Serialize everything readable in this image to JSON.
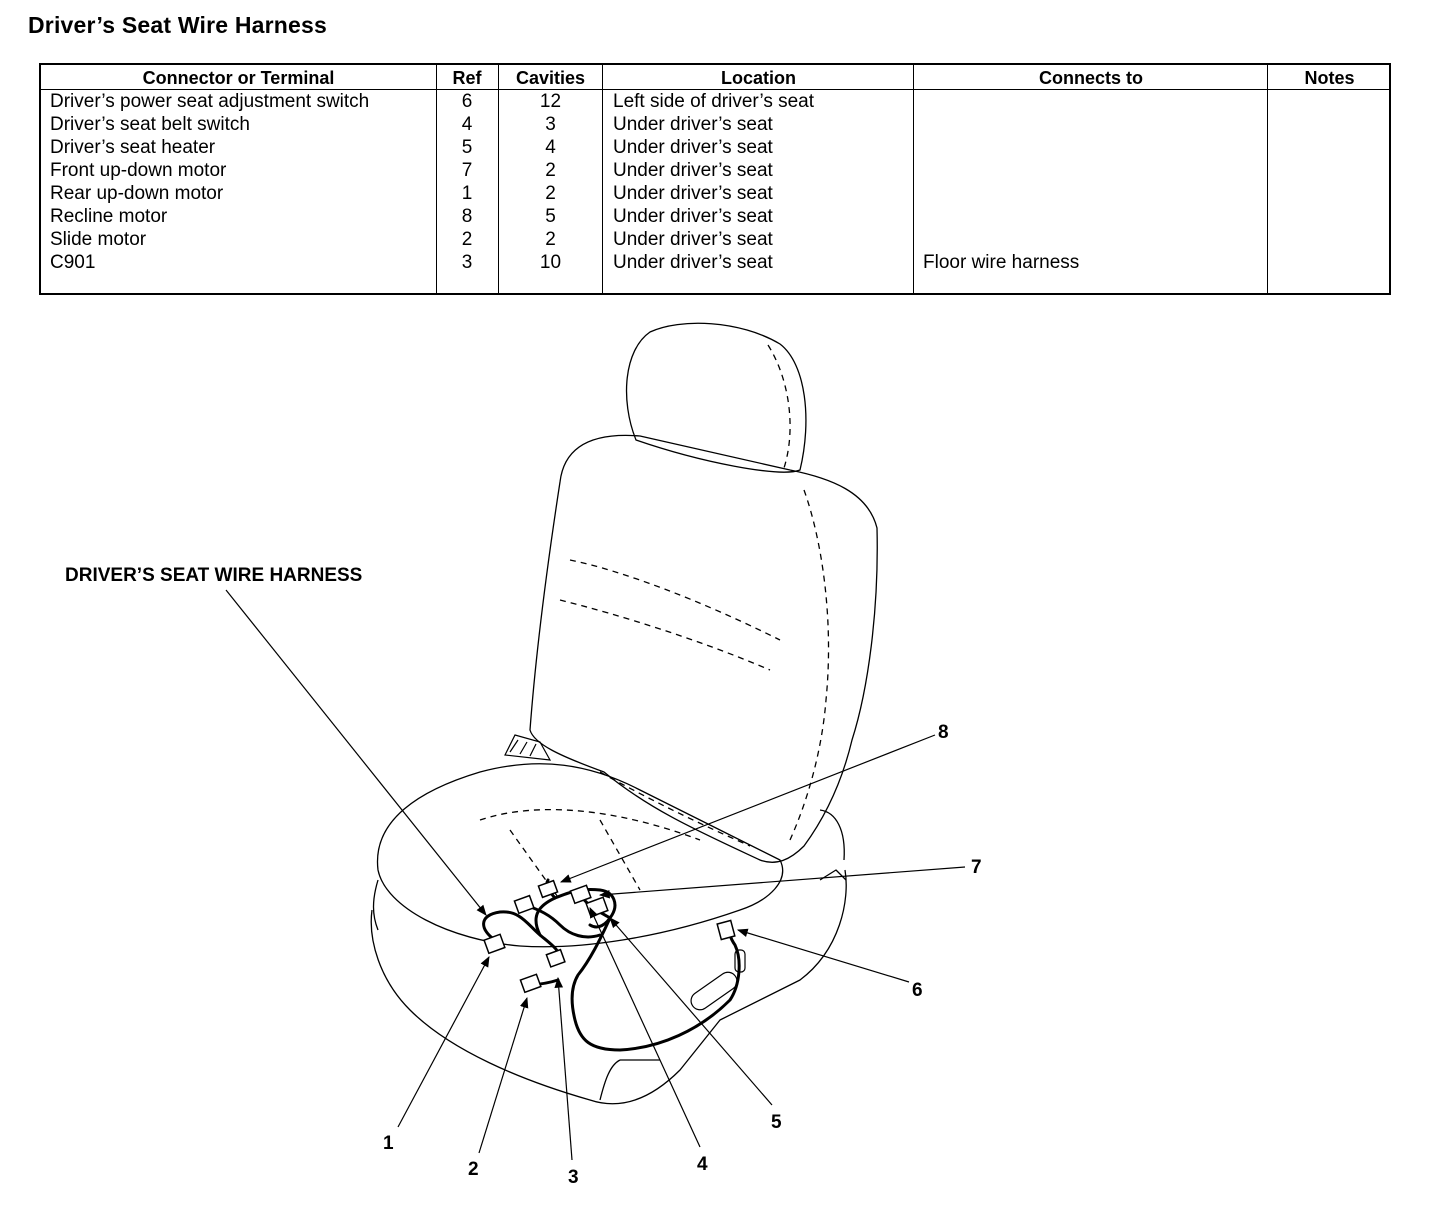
{
  "title": "Driver’s Seat Wire Harness",
  "table": {
    "headers": [
      "Connector or Terminal",
      "Ref",
      "Cavities",
      "Location",
      "Connects to",
      "Notes"
    ],
    "rows": [
      {
        "connector": "Driver’s power seat adjustment switch",
        "ref": "6",
        "cavities": "12",
        "location": "Left side of driver’s seat",
        "connects_to": "",
        "notes": ""
      },
      {
        "connector": "Driver’s seat belt switch",
        "ref": "4",
        "cavities": "3",
        "location": "Under driver’s seat",
        "connects_to": "",
        "notes": ""
      },
      {
        "connector": "Driver’s seat heater",
        "ref": "5",
        "cavities": "4",
        "location": "Under driver’s seat",
        "connects_to": "",
        "notes": ""
      },
      {
        "connector": "Front up-down motor",
        "ref": "7",
        "cavities": "2",
        "location": "Under driver’s seat",
        "connects_to": "",
        "notes": ""
      },
      {
        "connector": "Rear up-down motor",
        "ref": "1",
        "cavities": "2",
        "location": "Under driver’s seat",
        "connects_to": "",
        "notes": ""
      },
      {
        "connector": "Recline motor",
        "ref": "8",
        "cavities": "5",
        "location": "Under driver’s seat",
        "connects_to": "",
        "notes": ""
      },
      {
        "connector": "Slide motor",
        "ref": "2",
        "cavities": "2",
        "location": "Under driver’s seat",
        "connects_to": "",
        "notes": ""
      },
      {
        "connector": "C901",
        "ref": "3",
        "cavities": "10",
        "location": "Under driver’s seat",
        "connects_to": "Floor wire harness",
        "notes": ""
      }
    ]
  },
  "diagram": {
    "harness_label": "DRIVER’S SEAT WIRE HARNESS",
    "callouts": [
      "1",
      "2",
      "3",
      "4",
      "5",
      "6",
      "7",
      "8"
    ]
  }
}
